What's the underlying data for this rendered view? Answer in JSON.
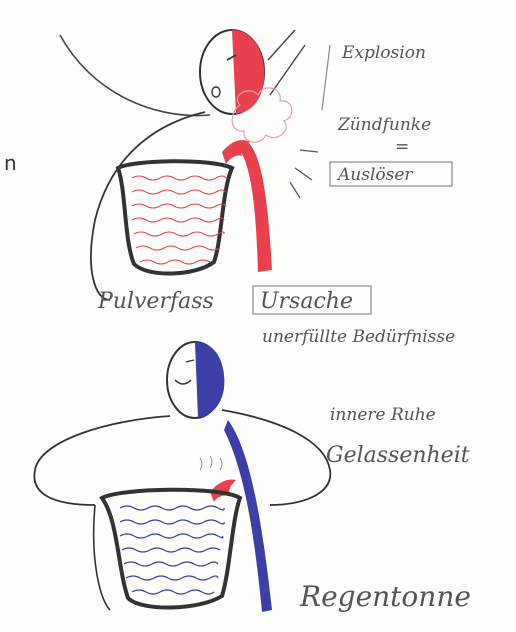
{
  "top_figure": {
    "labels": {
      "explosion": "Explosion",
      "zuendfunke": "Zündfunke",
      "equals": "=",
      "ausloeser": "Auslöser",
      "pulverfass": "Pulverfass",
      "ursache": "Ursache",
      "beduerfnisse": "unerfüllte Bedürfnisse"
    },
    "stray_letter": "n"
  },
  "bottom_figure": {
    "labels": {
      "innere_ruhe": "innere Ruhe",
      "gelassenheit": "Gelassenheit",
      "regentonne": "Regentonne"
    }
  },
  "colors": {
    "anger_red": "#e8404f",
    "calm_blue": "#3b3fa6",
    "ink": "#333333"
  }
}
